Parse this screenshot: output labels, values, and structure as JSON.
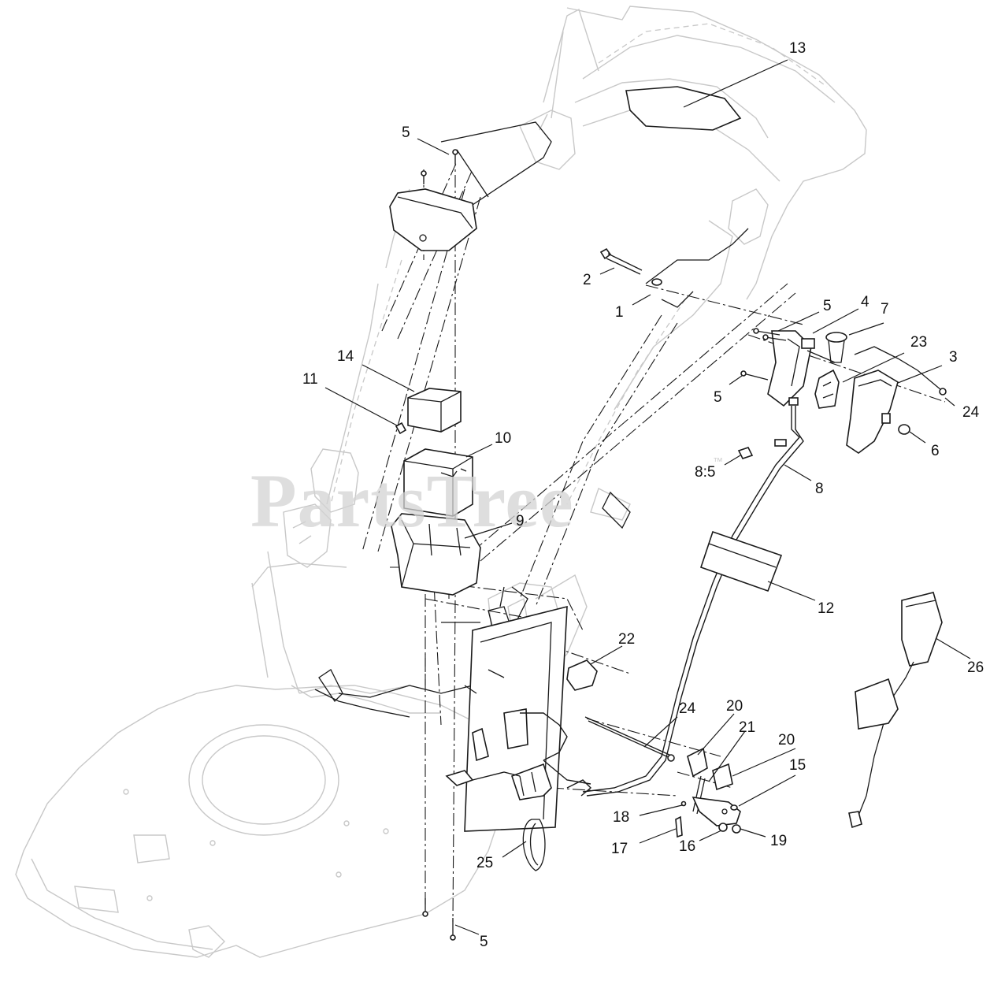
{
  "watermark": {
    "text": "PartsTree",
    "trademark": "™"
  },
  "callouts": [
    {
      "id": "c13a",
      "label": "13"
    },
    {
      "id": "c5a",
      "label": "5"
    },
    {
      "id": "c2",
      "label": "2"
    },
    {
      "id": "c1",
      "label": "1"
    },
    {
      "id": "c5b",
      "label": "5"
    },
    {
      "id": "c4",
      "label": "4"
    },
    {
      "id": "c7",
      "label": "7"
    },
    {
      "id": "c23",
      "label": "23"
    },
    {
      "id": "c3",
      "label": "3"
    },
    {
      "id": "c5c",
      "label": "5"
    },
    {
      "id": "c24a",
      "label": "24"
    },
    {
      "id": "c6",
      "label": "6"
    },
    {
      "id": "c14",
      "label": "14"
    },
    {
      "id": "c11",
      "label": "11"
    },
    {
      "id": "c10",
      "label": "10"
    },
    {
      "id": "c85",
      "label": "8:5"
    },
    {
      "id": "c8",
      "label": "8"
    },
    {
      "id": "c9",
      "label": "9"
    },
    {
      "id": "c12",
      "label": "12"
    },
    {
      "id": "c22",
      "label": "22"
    },
    {
      "id": "c26",
      "label": "26"
    },
    {
      "id": "c24b",
      "label": "24"
    },
    {
      "id": "c20a",
      "label": "20"
    },
    {
      "id": "c21",
      "label": "21"
    },
    {
      "id": "c20b",
      "label": "20"
    },
    {
      "id": "c15",
      "label": "15"
    },
    {
      "id": "c18",
      "label": "18"
    },
    {
      "id": "c17",
      "label": "17"
    },
    {
      "id": "c16",
      "label": "16"
    },
    {
      "id": "c19",
      "label": "19"
    },
    {
      "id": "c25",
      "label": "25"
    },
    {
      "id": "c5d",
      "label": "5"
    }
  ],
  "colors": {
    "ink": "#1a1a1a",
    "ghost": "#c8c8c8",
    "watermark": "#d3d3d3",
    "background": "#ffffff"
  }
}
